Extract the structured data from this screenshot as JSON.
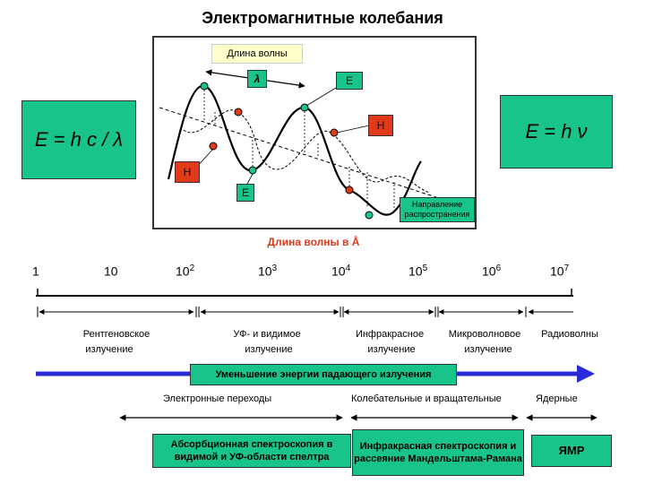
{
  "title": "Электромагнитные колебания",
  "formula_left": "E = h c / λ",
  "formula_right": "E = h ν",
  "wave": {
    "wavelength_label": "Длина волны",
    "lambda_symbol": "λ",
    "e_label_top": "E",
    "h_label_right": "H",
    "h_label_left": "H",
    "e_label_bottom": "E",
    "direction_label": "Направление распространения"
  },
  "scale": {
    "caption": "Длина волны в Å",
    "ticks": [
      {
        "base": "1",
        "exp": ""
      },
      {
        "base": "10",
        "exp": ""
      },
      {
        "base": "10",
        "exp": "2"
      },
      {
        "base": "10",
        "exp": "3"
      },
      {
        "base": "10",
        "exp": "4"
      },
      {
        "base": "10",
        "exp": "5"
      },
      {
        "base": "10",
        "exp": "6"
      },
      {
        "base": "10",
        "exp": "7"
      }
    ]
  },
  "regions": {
    "xray_1": "Рентгеновское",
    "xray_2": "излучение",
    "uv_1": "УФ- и видимое",
    "uv_2": "излучение",
    "ir_1": "Инфракрасное",
    "ir_2": "излучение",
    "mw_1": "Микроволновое",
    "mw_2": "излучение",
    "radio": "Радиоволны"
  },
  "energy_banner": "Уменьшение энергии падающего излучения",
  "transitions": {
    "electronic": "Электронные   переходы",
    "vibrational": "Колебательные и вращательные",
    "nuclear": "Ядерные"
  },
  "methods": {
    "uv_vis": "Абсорбционная спектроскопия в видимой и УФ-области спелтра",
    "ir_raman": "Инфракрасная спектроскопия и рассеяние Мандельштама-Рамана",
    "nmr": "ЯМР"
  },
  "bottom_text": "",
  "colors": {
    "green": "#19c48a",
    "red": "#e03a1a",
    "arrow_blue": "#2b2bd6",
    "scale_red": "#e03a1a"
  }
}
